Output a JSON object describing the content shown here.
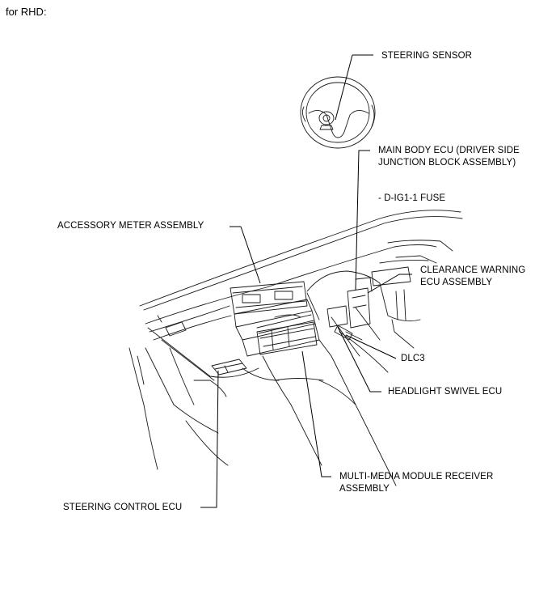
{
  "heading": "for RHD:",
  "labels": {
    "steering_sensor": "STEERING SENSOR",
    "main_body_ecu": "MAIN BODY ECU (DRIVER SIDE\nJUNCTION BLOCK ASSEMBLY)",
    "d_ig1_fuse": "- D-IG1-1 FUSE",
    "accessory_meter": "ACCESSORY METER ASSEMBLY",
    "clearance_warning": "CLEARANCE WARNING\nECU ASSEMBLY",
    "dlc3": "DLC3",
    "headlight_swivel": "HEADLIGHT SWIVEL ECU",
    "multimedia_receiver": "MULTI-MEDIA MODULE RECEIVER\nASSEMBLY",
    "steering_control": "STEERING CONTROL ECU"
  }
}
